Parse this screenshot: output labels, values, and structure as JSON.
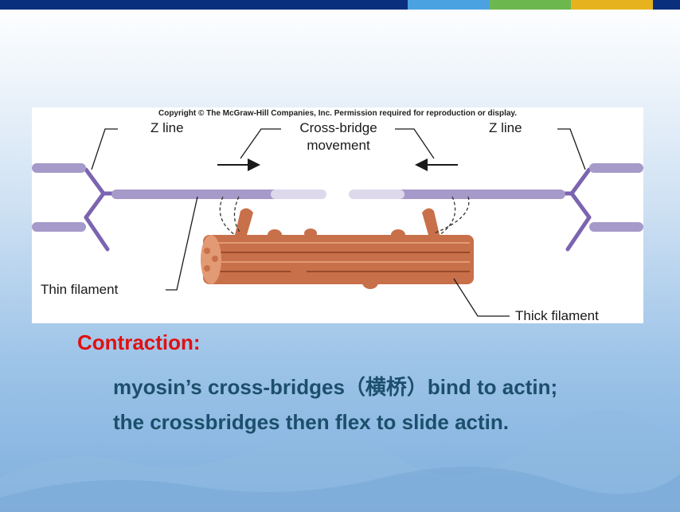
{
  "slide": {
    "top_bar_colors": [
      "#0a2f7d",
      "#4aa3e0",
      "#6cb84f",
      "#e6b31e",
      "#0a2f7d"
    ]
  },
  "figure": {
    "copyright": "Copyright © The McGraw-Hill Companies, Inc. Permission required for reproduction or display.",
    "labels": {
      "z_line_left": "Z line",
      "cross_bridge_line1": "Cross-bridge",
      "cross_bridge_line2": "movement",
      "z_line_right": "Z line",
      "thin_filament": "Thin filament",
      "thick_filament": "Thick filament"
    },
    "colors": {
      "actin": "#a59ac9",
      "actin_fade": "#ddd8ec",
      "z_line": "#7b64b0",
      "myosin": "#c8704a",
      "myosin_light": "#e29a74",
      "myosin_dark": "#9a4a2a"
    }
  },
  "text": {
    "heading": "Contraction:",
    "line1": "myosin’s cross-bridges（横桥）bind to actin;",
    "line2": "the crossbridges then flex to slide actin."
  }
}
